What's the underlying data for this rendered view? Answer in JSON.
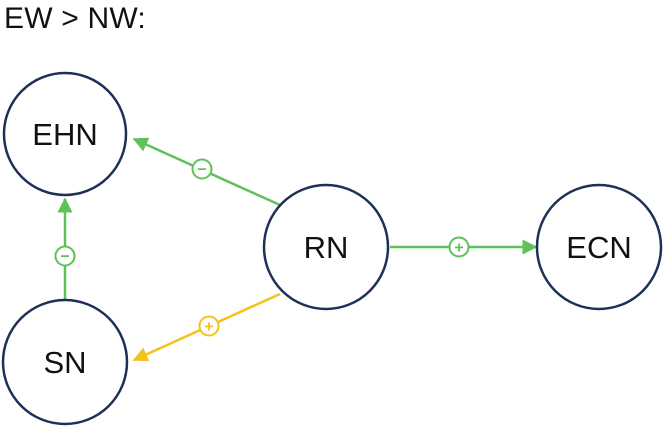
{
  "title": "EW > NW:",
  "colors": {
    "node_border": "#1f3057",
    "green": "#5ec15a",
    "yellow": "#f2c318"
  },
  "nodes": {
    "ehn": "EHN",
    "rn": "RN",
    "ecn": "ECN",
    "sn": "SN"
  },
  "edges": [
    {
      "from": "RN",
      "to": "EHN",
      "sign": "−",
      "color": "green"
    },
    {
      "from": "RN",
      "to": "ECN",
      "sign": "+",
      "color": "green"
    },
    {
      "from": "RN",
      "to": "SN",
      "sign": "+",
      "color": "yellow"
    },
    {
      "from": "SN",
      "to": "EHN",
      "sign": "−",
      "color": "green"
    }
  ]
}
